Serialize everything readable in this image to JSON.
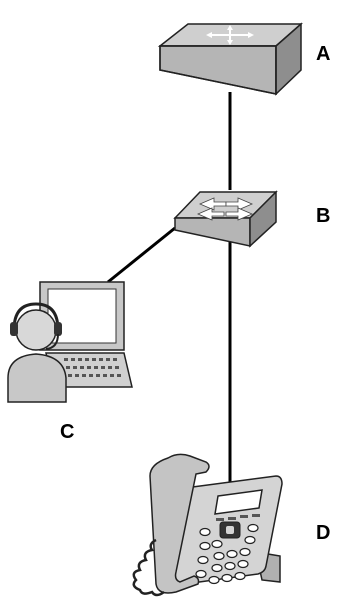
{
  "diagram": {
    "labels": {
      "router": "A",
      "switch": "B",
      "pc_user": "C",
      "phone": "D"
    },
    "colors": {
      "device_light": "#d8d8d8",
      "device_mid": "#b8b8b8",
      "device_dark": "#8a8a8a",
      "outline": "#222222",
      "cable": "#000000"
    },
    "icons": [
      "router-icon",
      "switch-icon",
      "pc-user-icon",
      "ip-phone-icon"
    ]
  }
}
